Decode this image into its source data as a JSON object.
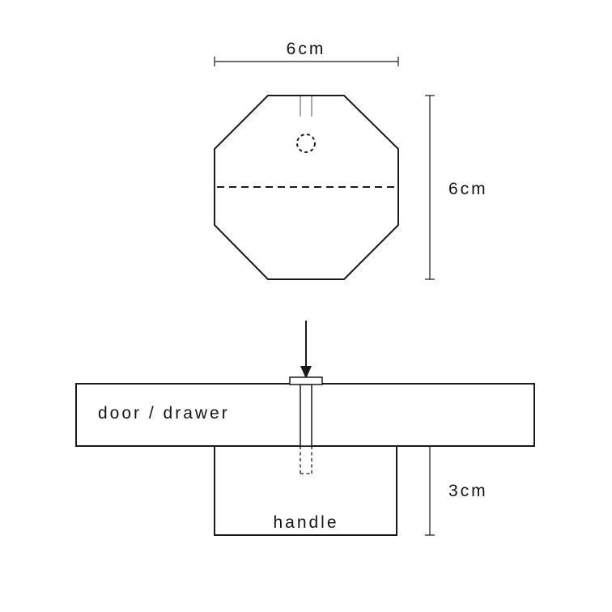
{
  "labels": {
    "top_width": "6cm",
    "side_height": "6cm",
    "handle_depth": "3cm",
    "door": "door / drawer",
    "handle": "handle"
  },
  "colors": {
    "door_fill": "#9a9a9a",
    "line": "#1a1a1a",
    "background": "#ffffff"
  }
}
